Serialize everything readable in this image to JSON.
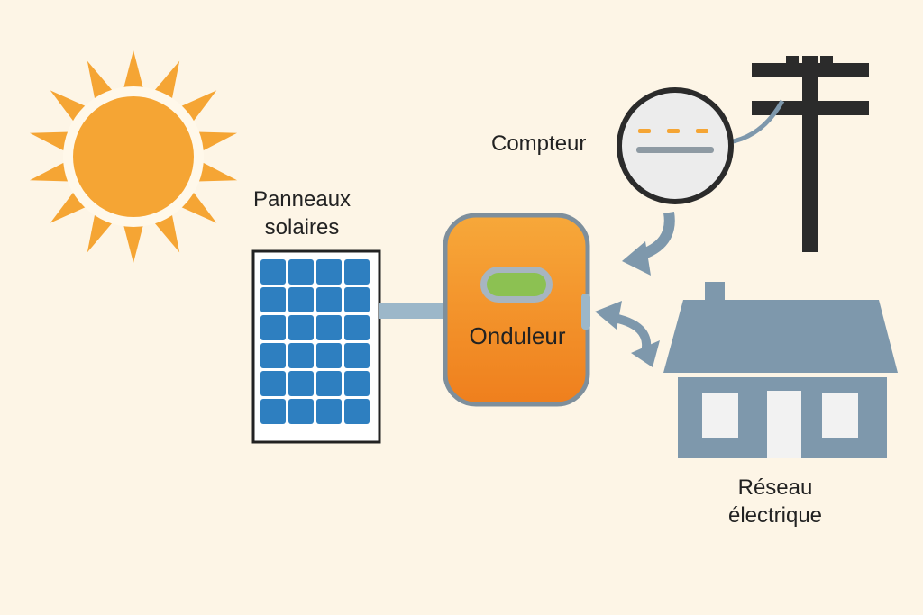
{
  "labels": {
    "panels": [
      "Panneaux",
      "solaires"
    ],
    "meter": "Compteur",
    "inverter": "Onduleur",
    "grid": [
      "Réseau",
      "électrique"
    ]
  },
  "icons": {
    "sun": "sun-icon",
    "panel": "solar-panel-icon",
    "inverter": "inverter-icon",
    "meter": "electric-meter-icon",
    "pole": "utility-pole-icon",
    "house": "house-icon"
  },
  "colors": {
    "background": "#fdf5e6",
    "sun": "#f5a534",
    "panel_cell": "#2e7fc0",
    "inverter_top": "#f7a83a",
    "inverter_bottom": "#ef7f1d",
    "inverter_screen": "#8cc152",
    "meter_face": "#ececec",
    "meter_dashes": "#f5a534",
    "structure": "#7e98ac",
    "pole": "#2b2b2b",
    "house": "#7e98ac",
    "window": "#f2f2f2"
  }
}
